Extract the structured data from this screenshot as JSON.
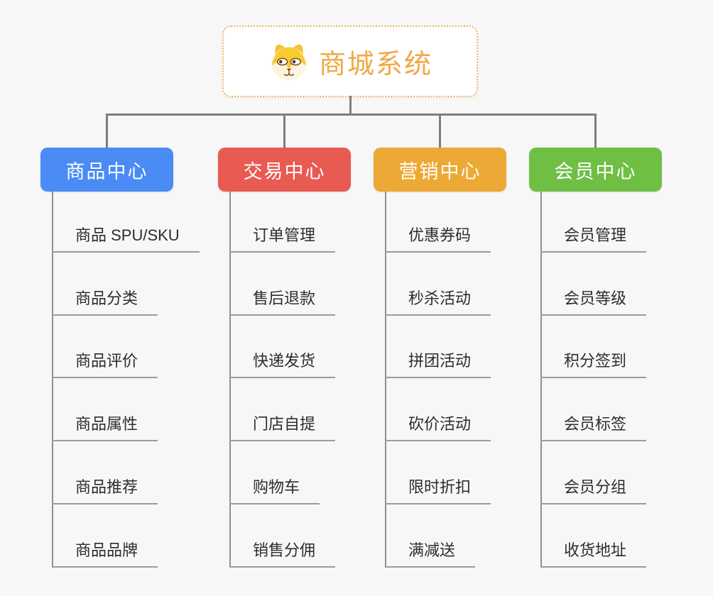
{
  "root": {
    "title": "商城系统",
    "icon": "dog-face-icon"
  },
  "branches": [
    {
      "id": "product-center",
      "label": "商品中心",
      "color": "#4A8BF5",
      "children": [
        "商品 SPU/SKU",
        "商品分类",
        "商品评价",
        "商品属性",
        "商品推荐",
        "商品品牌"
      ]
    },
    {
      "id": "trade-center",
      "label": "交易中心",
      "color": "#E95A52",
      "children": [
        "订单管理",
        "售后退款",
        "快递发货",
        "门店自提",
        "购物车",
        "销售分佣"
      ]
    },
    {
      "id": "marketing-center",
      "label": "营销中心",
      "color": "#EDA935",
      "children": [
        "优惠券码",
        "秒杀活动",
        "拼团活动",
        "砍价活动",
        "限时折扣",
        "满减送"
      ]
    },
    {
      "id": "member-center",
      "label": "会员中心",
      "color": "#6FBF45",
      "children": [
        "会员管理",
        "会员等级",
        "积分签到",
        "会员标签",
        "会员分组",
        "收货地址"
      ]
    }
  ],
  "colors": {
    "background": "#F7F7F7",
    "root_accent": "#F0A845",
    "root_border": "#EFB45E",
    "connector": "#7E7E7E",
    "branch_line": "#8F8F8F",
    "leaf_underline": "#9B9B9B",
    "leaf_text": "#2D2D2D",
    "header_text": "#FFFFFF"
  }
}
